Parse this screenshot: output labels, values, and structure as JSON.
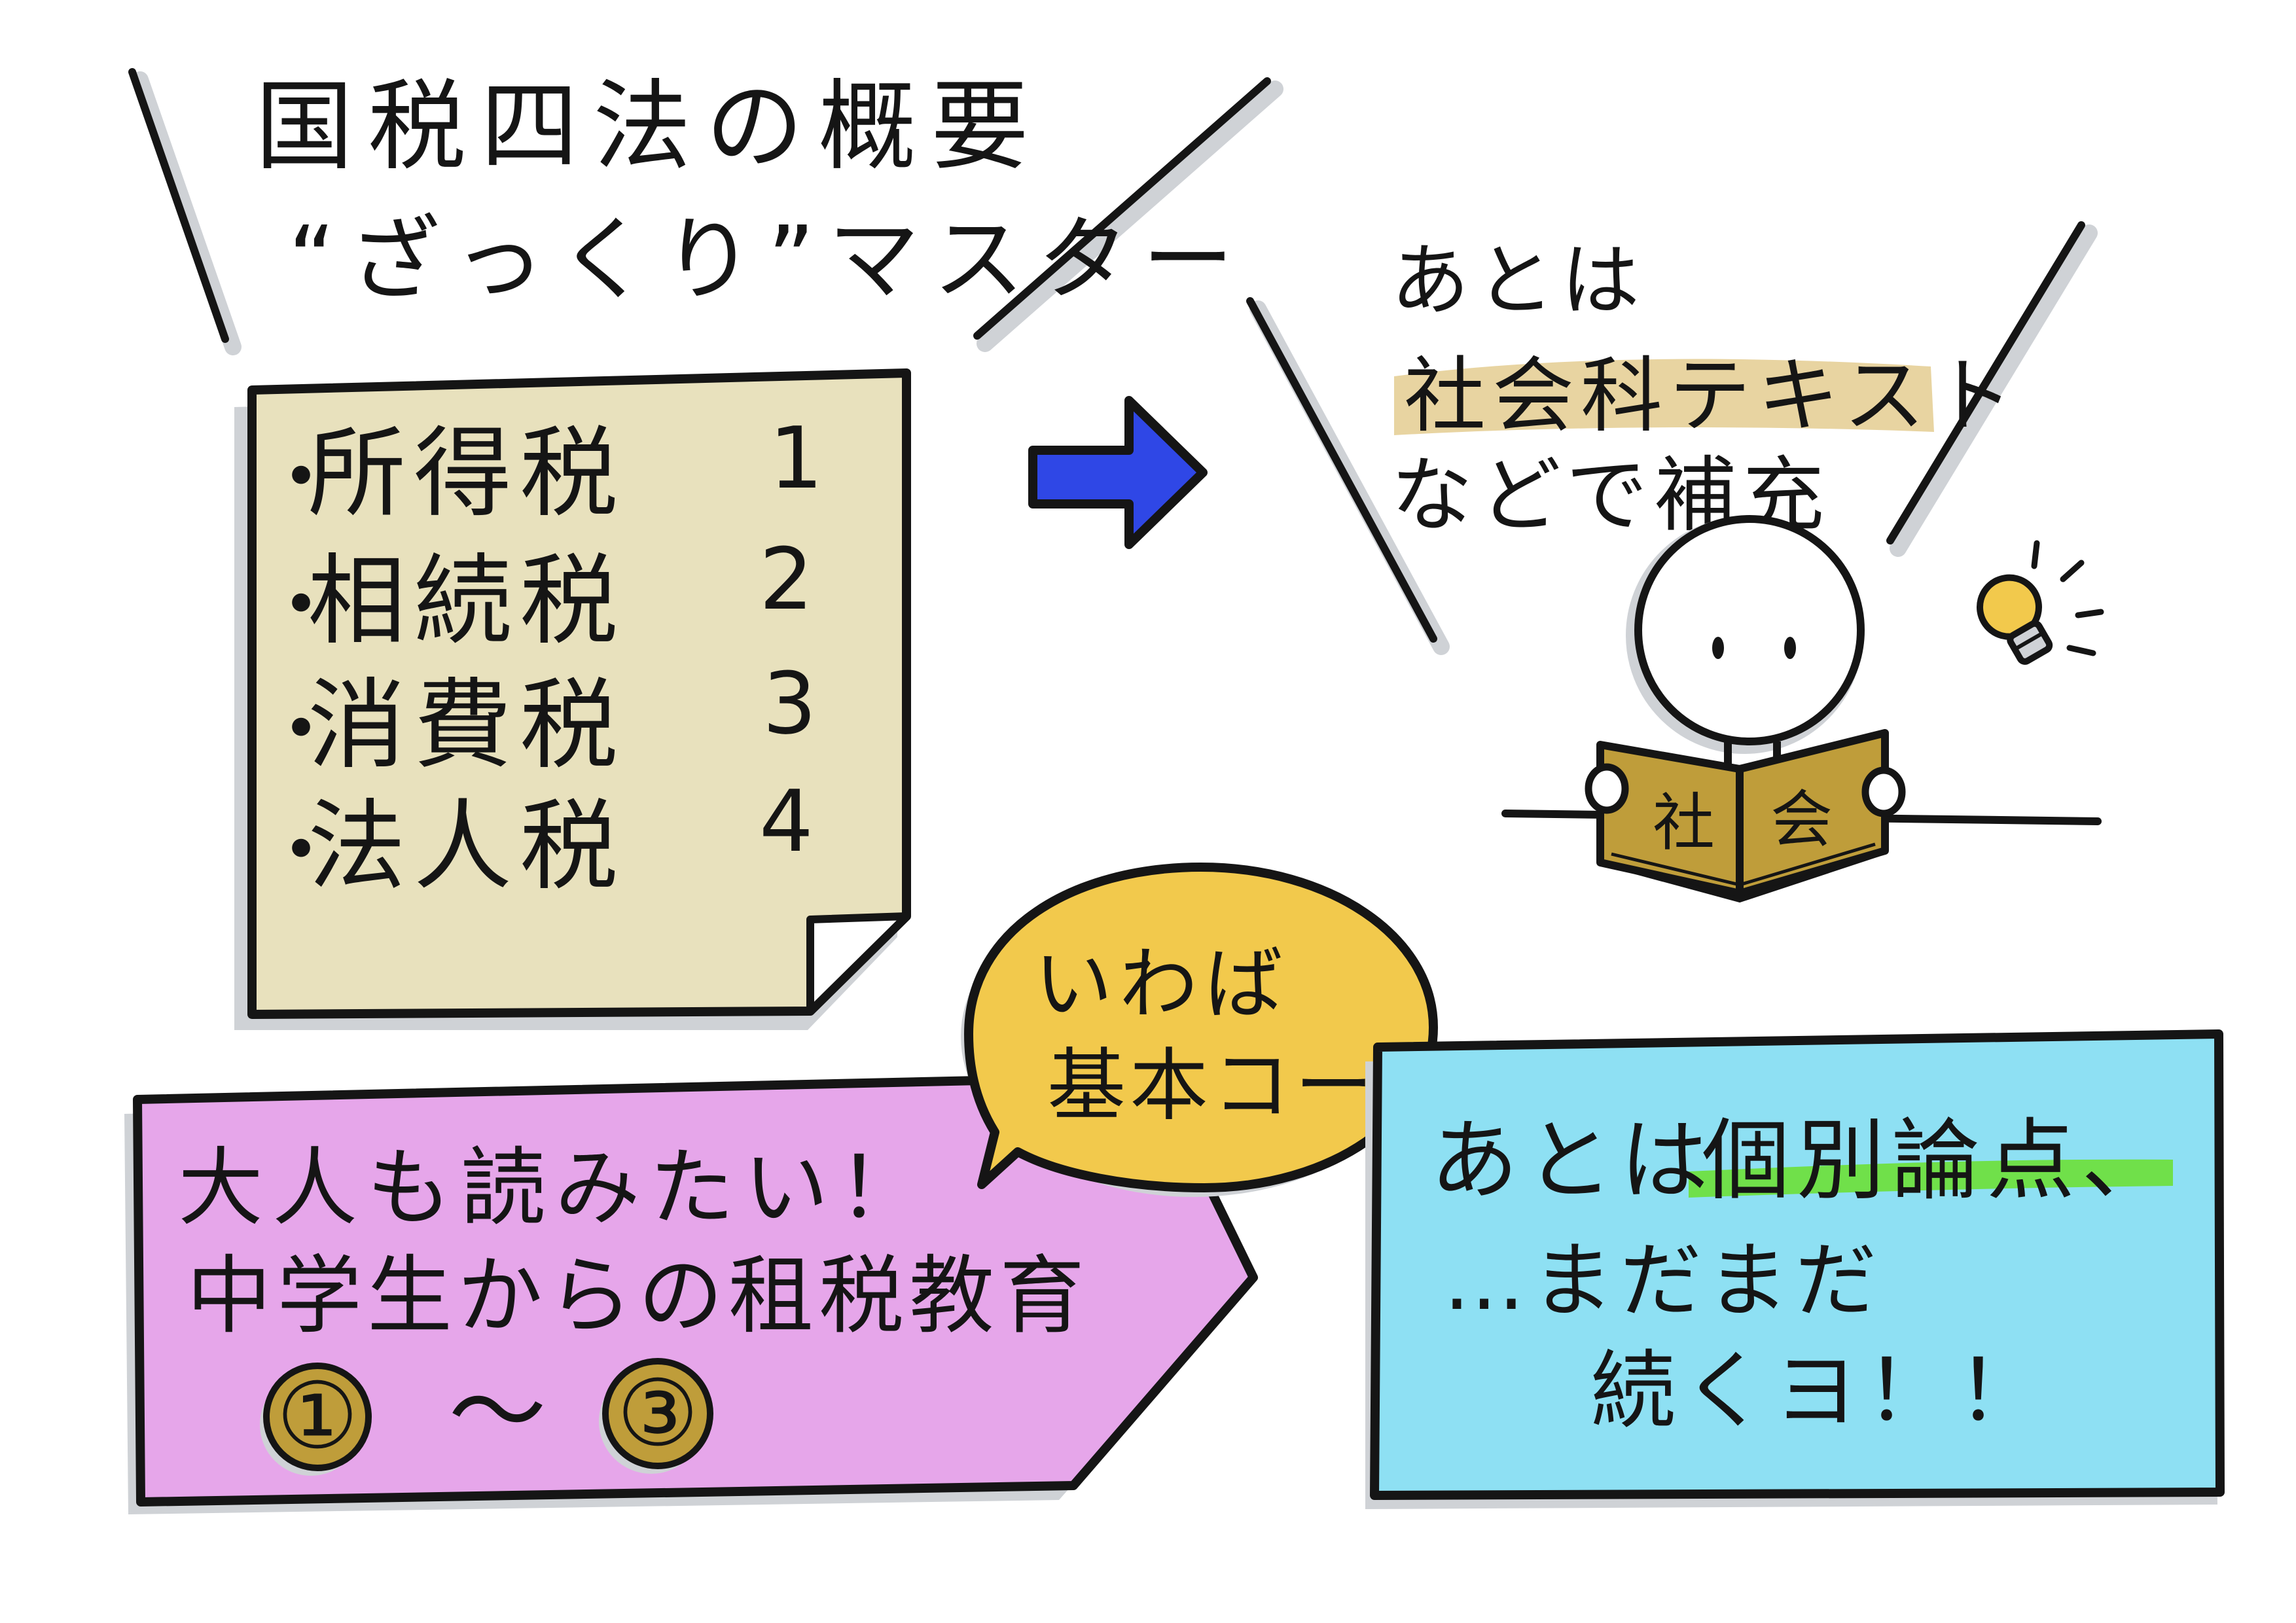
{
  "title": {
    "line1": "国税四法の概要",
    "line2": "“ざっくり”マスター"
  },
  "tax_list": {
    "items": [
      {
        "bullet": "・",
        "name": "所得税",
        "number": "1"
      },
      {
        "bullet": "・",
        "name": "相続税",
        "number": "2"
      },
      {
        "bullet": "・",
        "name": "消費税",
        "number": "3"
      },
      {
        "bullet": "・",
        "name": "法人税",
        "number": "4"
      }
    ]
  },
  "supplement": {
    "line1": "あとは",
    "line2": "社会科テキスト",
    "line3": "などで補充"
  },
  "book": {
    "left_page": "社",
    "right_page": "会"
  },
  "speech_bubble": {
    "line1": "いわば",
    "line2": "基本コース"
  },
  "pink_panel": {
    "line1": "大人も読みたい！",
    "line2": "中学生からの租税教育",
    "range_start": "①",
    "tilde": "〜",
    "range_end": "③"
  },
  "blue_panel": {
    "line1_prefix": "あとは",
    "line1_highlight": "個別論点、",
    "line2": "…まだまだ",
    "line3": "続くヨ！！"
  },
  "colors": {
    "note_fill": "#e8e1bd",
    "pink_panel": "#e6a6ea",
    "blue_panel": "#8ee0f3",
    "bubble_yellow": "#f2c94c",
    "arrow_blue": "#2f47e6",
    "book_gold": "#bf9d3a",
    "highlight_tan": "#e6cf97",
    "highlight_green": "#70e04a",
    "ray_gray": "#cfd2d6",
    "ink": "#151515"
  },
  "icons": [
    "arrow-right-icon",
    "lightbulb-icon",
    "stick-figure-icon",
    "open-book-icon"
  ]
}
